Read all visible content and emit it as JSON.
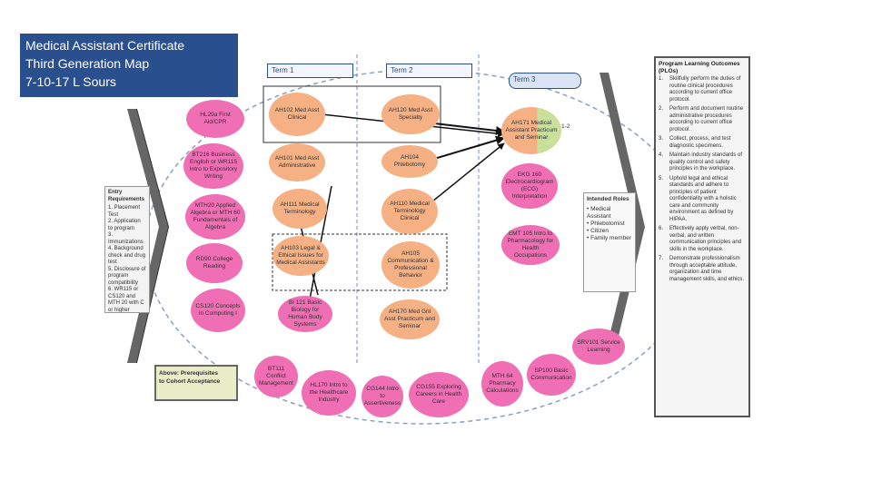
{
  "title": {
    "line1": "Medical Assistant Certificate",
    "line2": "Third Generation Map",
    "line3": "7-10-17 L Sours"
  },
  "terms": {
    "term1": "Term 1",
    "term2": "Term 2",
    "term3": "Term 3"
  },
  "nodes": {
    "first_aid": "HL29a First Aid/CPR",
    "bt_business_english": "BT216 Business English or WR115 Intro to Expository Writing",
    "mth_algebra": "MTH20 Applied Algebra or MTH 60 Fundamentals of Algebra",
    "rd90": "RD90 College Reading",
    "cs120": "CS120 Concepts in Computing I",
    "ah102": "AH102 Med Asst Clinical",
    "ah101": "AH101 Med Asst Administrative",
    "ah_med_term": "AH111 Medical Terminology",
    "ah_legal": "AH103 Legal & Ethical Issues for Medical Assistants",
    "bi_bio": "BI 121 Basic Biology for Human Body Systems",
    "ah_med_spec": "AH120 Med Asst Specialty",
    "ah_phleb": "AH104 Phlebotomy",
    "ah_med_term_clinical": "AH110 Medical Terminology Clinical",
    "ah_comm": "AH105 Communication & Professional Behavior",
    "ah_practicum": "AH170 Med Gnl Asst Practicum and Seminar",
    "ah_practicum_t3": "AH171 Medical Assistant Practicum and Seminar",
    "t3_note": "1-2",
    "ekg": "EKG 160 Electrocardiogram (ECG) Interpretation",
    "intro_pharm": "EMT 105 Intro to Pharmacology for Health Occupations",
    "srv_learning": "SRV101 Service Learning",
    "basic_comm": "SP100 Basic Communication",
    "pharm_calc": "MTH 64 Pharmacy Calculations",
    "careers": "CG155 Exploring Careers in Health Care",
    "cg144": "CG144 Intro to Assertiveness",
    "healthcare_industry": "HL170 Intro to the Healthcare Industry",
    "conflict": "BT111 Conflict Management"
  },
  "entry_panel": {
    "title": "Entry Requirements",
    "items": [
      "1. Placement Test",
      "2. Application to program",
      "3. Immunizations",
      "4. Background check and drug test",
      "5. Disclosure of program compatibility",
      "6. WR115 or CS120 and MTH 20 with C or higher"
    ]
  },
  "prereq_box": {
    "line1": "Above: Prerequisites",
    "line2": "to Cohort Acceptance"
  },
  "roles_box": {
    "title": "Intended Roles",
    "items": [
      "Medical Assistant",
      "Phlebotomist",
      "Citizen",
      "Family member"
    ]
  },
  "plo_panel": {
    "title": "Program Learning Outcomes (PLOs)",
    "items": [
      {
        "num": "1.",
        "text": "Skillfully perform the duties of routine clinical procedures according to current office protocol."
      },
      {
        "num": "2.",
        "text": "Perform and document routine administrative procedures according to current office protocol."
      },
      {
        "num": "3.",
        "text": "Collect, process, and test diagnostic specimens."
      },
      {
        "num": "4.",
        "text": "Maintain industry standards of quality control and safety principles in the workplace."
      },
      {
        "num": "5.",
        "text": "Uphold legal and ethical standards and adhere to principles of patient confidentiality with a holistic care and community environment as defined by HIPAA."
      },
      {
        "num": "6.",
        "text": "Effectively apply verbal, non-verbal, and written communication principles and skills in the workplace."
      },
      {
        "num": "7.",
        "text": "Demonstrate professionalism through acceptable attitude, organization and time management skills, and ethics."
      }
    ]
  },
  "colors": {
    "title_bg": "#2a4f8e",
    "prereq_pink": "#f06eb4",
    "core_orange": "#f5b184",
    "outcome_green": "#c9e09a"
  }
}
